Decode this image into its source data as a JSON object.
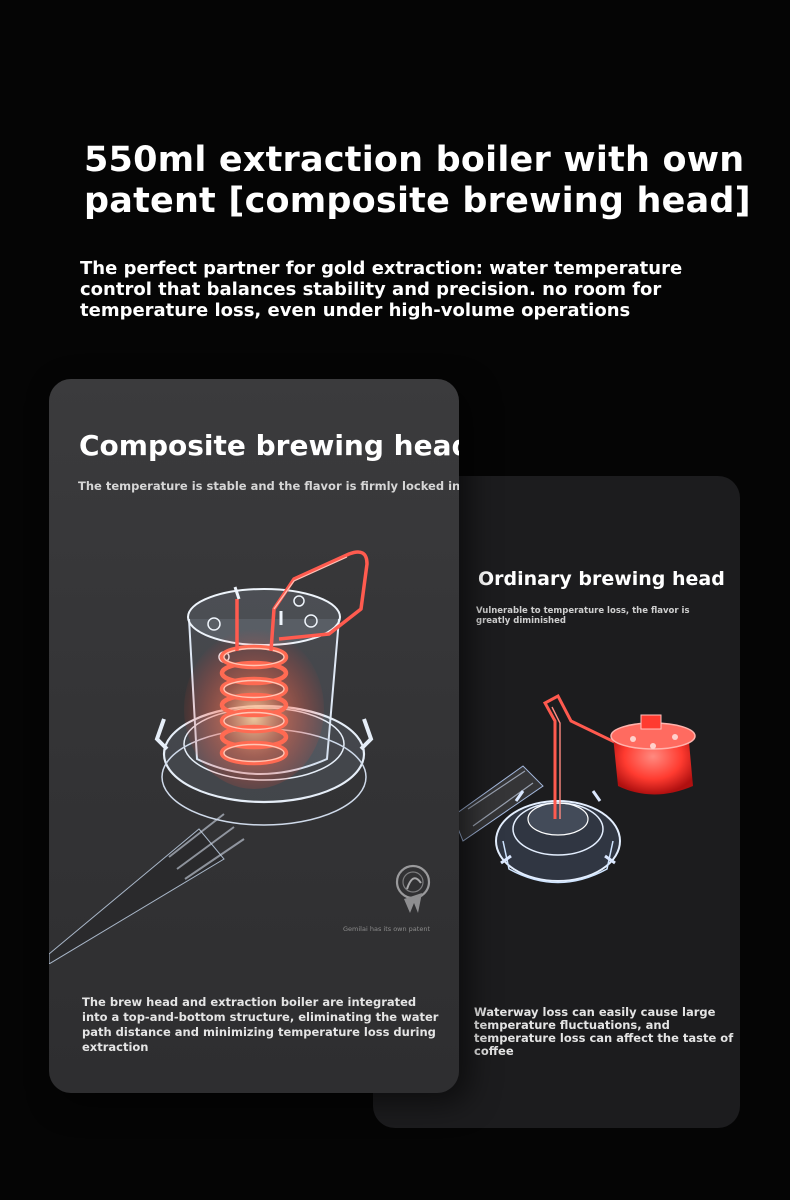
{
  "headline": "550ml extraction boiler with own patent [composite brewing head]",
  "subheadline": "The perfect partner for gold extraction: water temperature control that balances stability and precision. no room for temperature loss, even under high-volume operations",
  "composite_card": {
    "title": "Composite brewing head",
    "subtitle": "The temperature is stable and the flavor is firmly locked in",
    "patent_note": "Gemilai has its own patent",
    "footer": "The brew head and extraction boiler are integrated into a top-and-bottom structure, eliminating the water path distance and minimizing temperature loss during extraction",
    "icons": [
      "composite-brew-head-illustration",
      "patent-seal-icon"
    ]
  },
  "ordinary_card": {
    "title": "Ordinary brewing head",
    "subtitle": "Vulnerable to temperature loss, the flavor is greatly diminished",
    "footer": "Waterway loss can easily cause large temperature fluctuations, and temperature loss can affect the taste of coffee",
    "icons": [
      "ordinary-brew-head-illustration"
    ]
  },
  "colors": {
    "background": "#050505",
    "card_composite": "#373739",
    "card_ordinary": "#1c1c1e",
    "heating_red": "#ff4a3d",
    "glass_blue": "#cfe4ff"
  }
}
